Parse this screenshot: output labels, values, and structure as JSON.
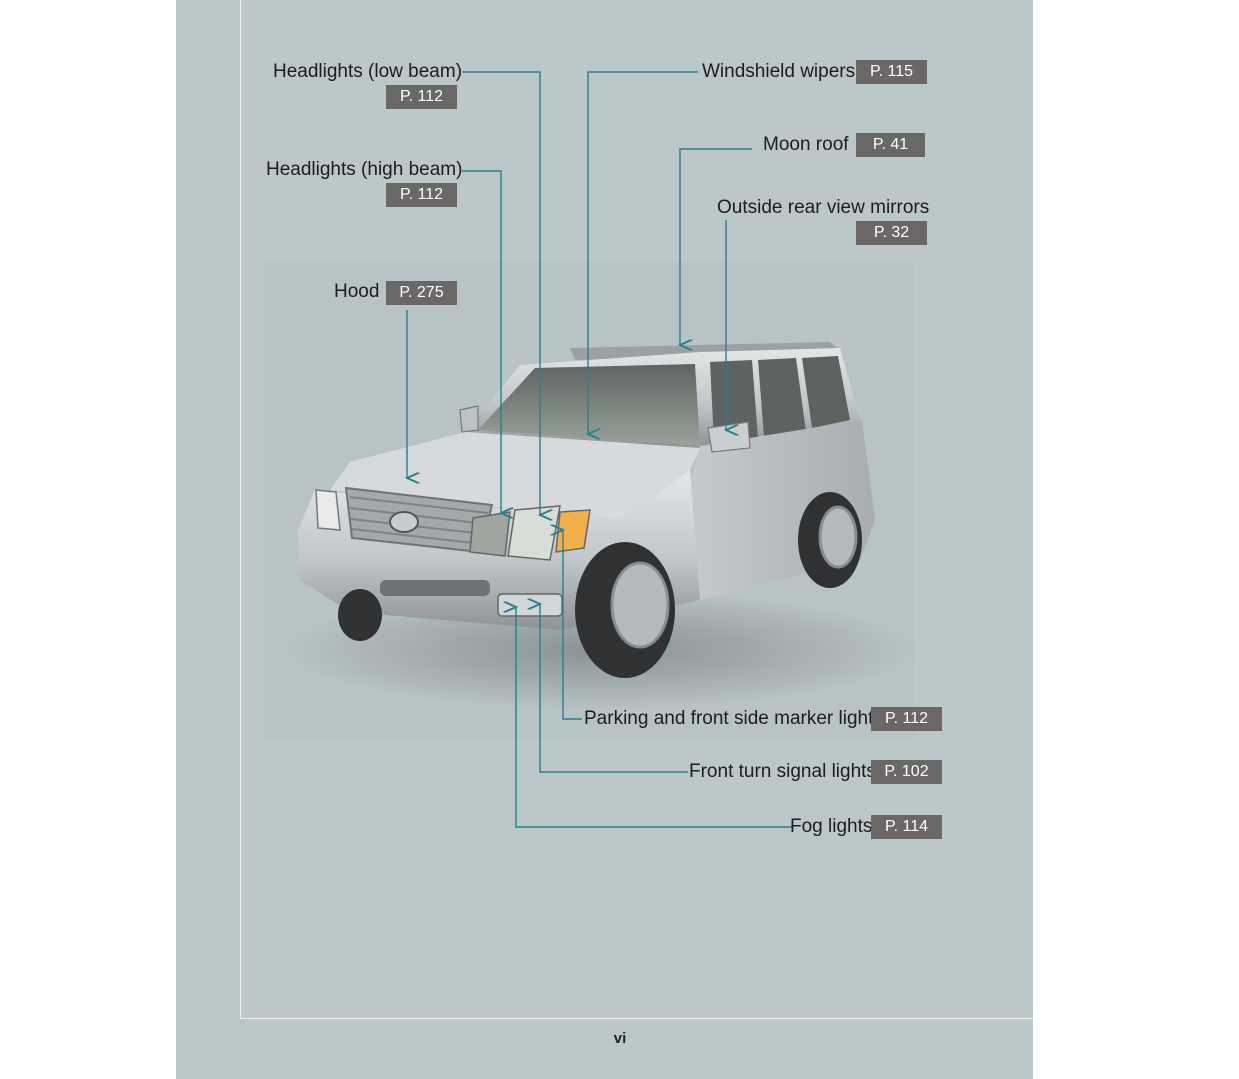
{
  "callouts": [
    {
      "id": "headlights-low",
      "label": "Headlights (low beam)",
      "page": "P. 112"
    },
    {
      "id": "headlights-high",
      "label": "Headlights (high beam)",
      "page": "P. 112"
    },
    {
      "id": "hood",
      "label": "Hood",
      "page": "P. 275"
    },
    {
      "id": "windshield-wipers",
      "label": "Windshield wipers",
      "page": "P. 115"
    },
    {
      "id": "moon-roof",
      "label": "Moon roof",
      "page": "P. 41"
    },
    {
      "id": "outside-mirrors",
      "label": "Outside rear view mirrors",
      "page": "P. 32"
    },
    {
      "id": "parking-lights",
      "label": "Parking and front side marker lights",
      "page": "P. 112"
    },
    {
      "id": "turn-signal",
      "label": "Front turn signal lights",
      "page": "P. 102"
    },
    {
      "id": "fog-lights",
      "label": "Fog lights",
      "page": "P. 114"
    }
  ],
  "footer": {
    "page_number": "vi"
  },
  "colors": {
    "page_background": "#bcc7c9",
    "leader_line": "#2a7f8e",
    "page_ref_badge": "#6b6767"
  },
  "illustration": "silver-suv-front-three-quarter-view"
}
